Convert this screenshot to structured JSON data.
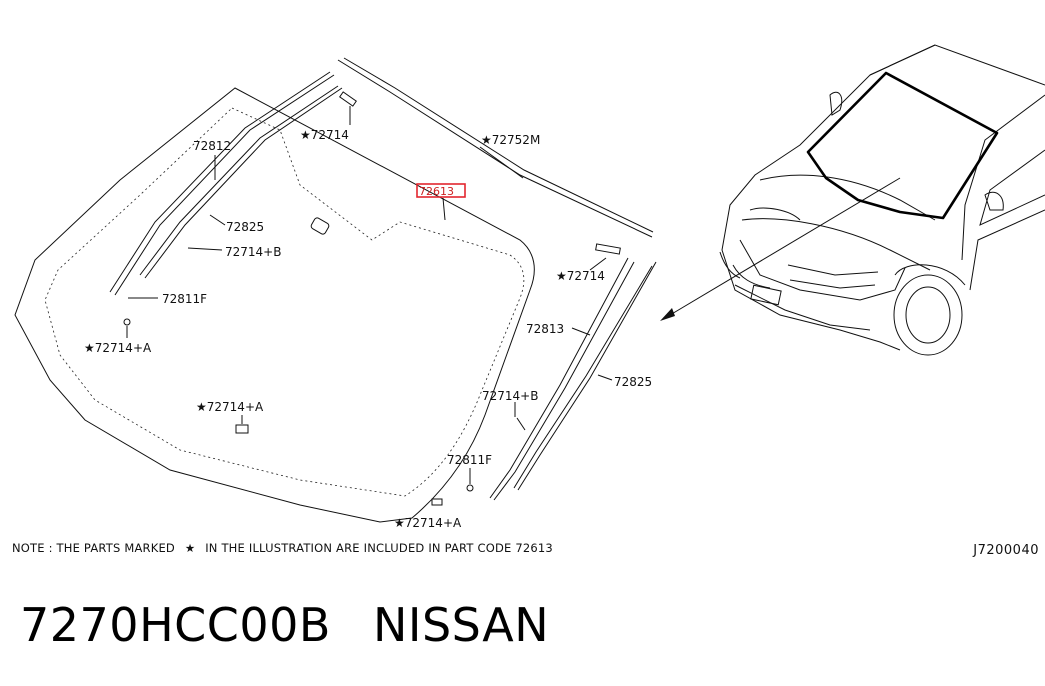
{
  "labels": {
    "l72812": "72812",
    "l72714_top": "72714",
    "l72752M": "72752M",
    "l72613": "72613",
    "l72825_left": "72825",
    "l72714B_left": "72714+B",
    "l72714_right": "72714",
    "l72811F_left": "72811F",
    "l72813": "72813",
    "l72714A_left": "72714+A",
    "l72825_right": "72825",
    "l72714A_mid": "72714+A",
    "l72714B_right": "72714+B",
    "l72811F_right": "72811F",
    "l72714A_bottom": "72714+A"
  },
  "note": {
    "prefix": "NOTE : THE PARTS MARKED",
    "star": "★",
    "suffix": "IN THE ILLUSTRATION ARE INCLUDED IN PART CODE  72613"
  },
  "diagram_code": "J7200040",
  "part_number": "7270HCC00B",
  "brand": "NISSAN",
  "colors": {
    "highlight": "#e3262f",
    "ink": "#111111"
  }
}
